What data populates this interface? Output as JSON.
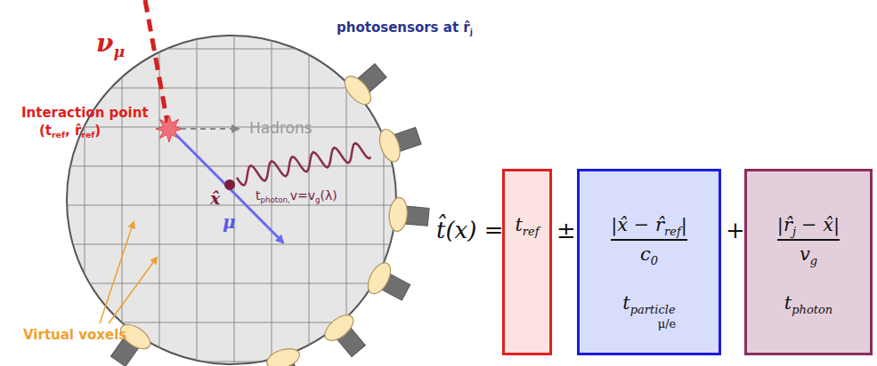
{
  "diagram": {
    "nodes": [
      {
        "text": [
          "t",
          "ref"
        ]
      },
      {
        "text": [
          "|x̂ − r̂",
          "ref",
          "|",
          "c",
          "0",
          "t",
          "particle",
          "μ/e"
        ]
      },
      {
        "text": [
          "|r̂",
          "j",
          "− x̂|",
          "v",
          "g",
          "t",
          "photon"
        ]
      }
    ],
    "labels": [
      "ν",
      "μ",
      "photosensors at r̂",
      "j",
      "Interaction point",
      "(t",
      "ref",
      ", r̂",
      "ref",
      ")",
      "Hadrons",
      "t",
      "photon,",
      "v=v",
      "g",
      "(λ)",
      "x̂",
      "μ",
      "Virtual voxels",
      "t̂(x) =",
      "±",
      "+"
    ]
  }
}
